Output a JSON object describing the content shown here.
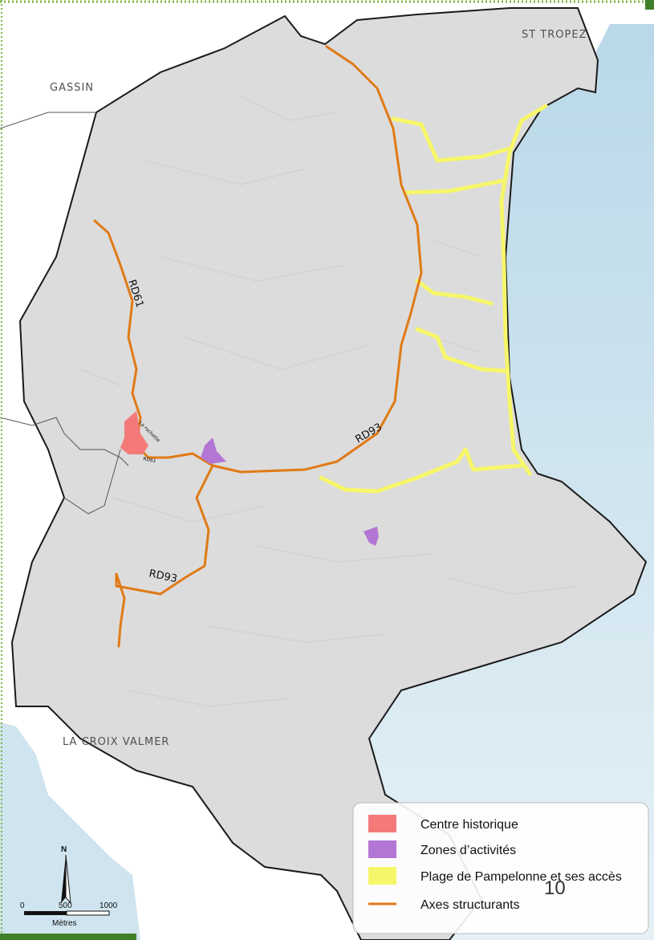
{
  "places": {
    "gassin": "GASSIN",
    "st_tropez": "ST TROPEZ",
    "la_croix_valmer": "LA CROIX VALMER"
  },
  "roads": {
    "rd61": "RD61",
    "rd93_north": "RD93",
    "rd93_south": "RD93",
    "rd61_small": "RD61",
    "la_rochette": "La rochette"
  },
  "legend": {
    "items": [
      {
        "label": "Centre historique",
        "color": "#f47a7a"
      },
      {
        "label": "Zones d’activités",
        "color": "#b376d4"
      },
      {
        "label": "Plage de Pampelonne et ses accès",
        "color": "#f6f66a"
      },
      {
        "label": "Axes structurants",
        "color": "#e07a16"
      }
    ]
  },
  "north_arrow": {
    "label": "N"
  },
  "scale_bar": {
    "ticks": [
      "0",
      "500",
      "1000"
    ],
    "unit": "Mètres"
  },
  "page_number": "10",
  "colors": {
    "sea": "#cfe4ee",
    "land": "#dcdcdc",
    "road": "#e07a16",
    "beach": "#f6f66a",
    "border_accent": "#7ab648"
  }
}
